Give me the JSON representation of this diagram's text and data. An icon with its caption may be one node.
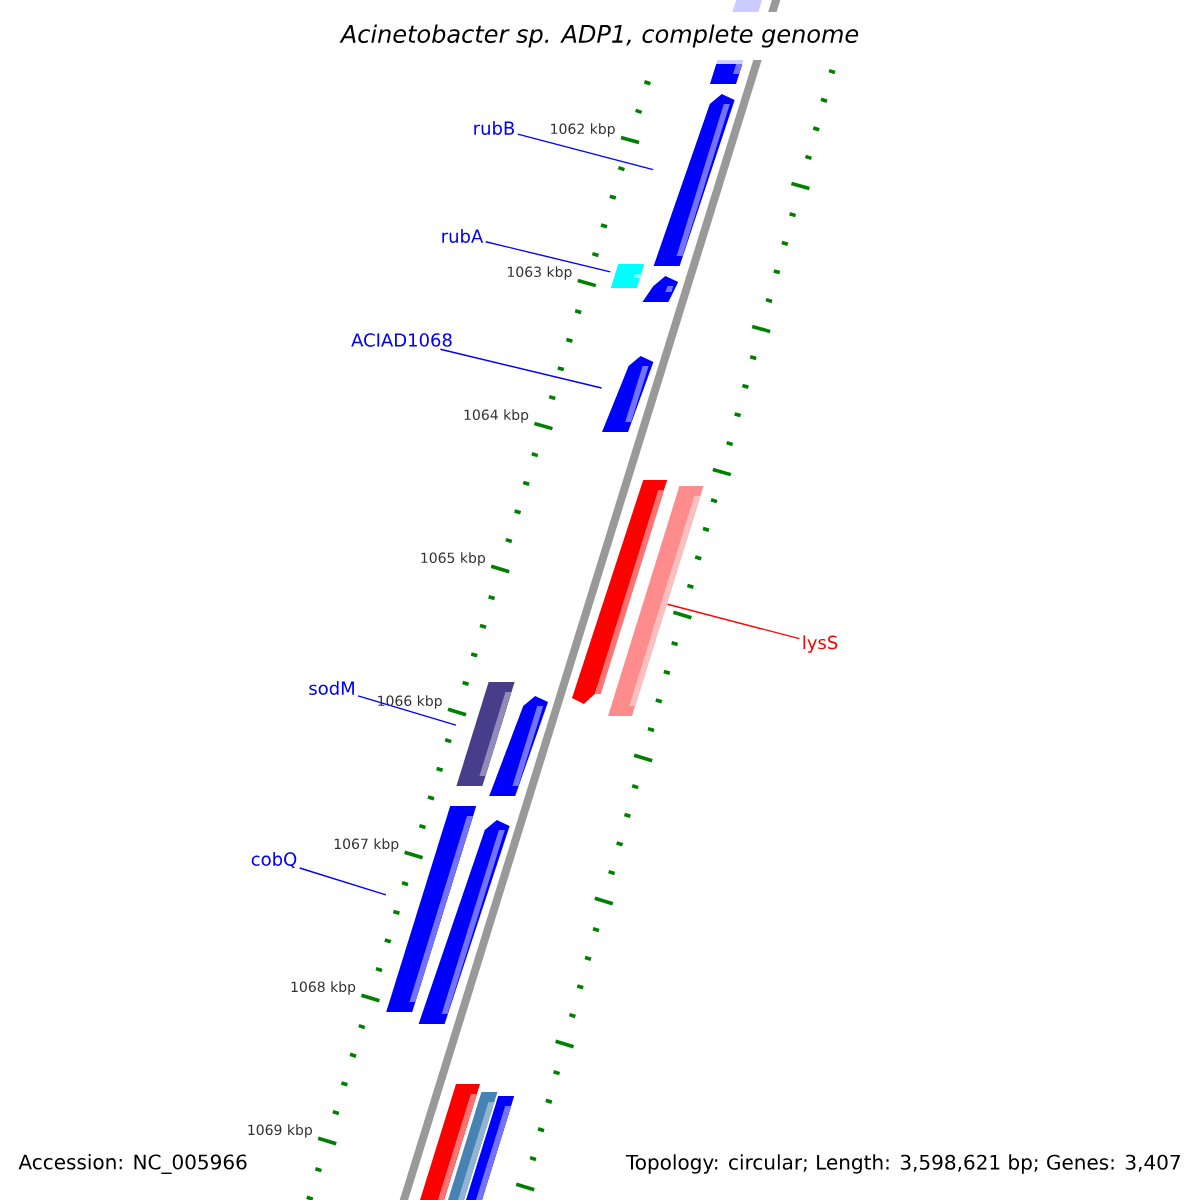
{
  "diagram": {
    "title": "Acinetobacter sp. ADP1, complete genome",
    "nodes": [
      {
        "text": [
          "rubB"
        ]
      },
      {
        "text": [],
        "shape": "pentagon"
      },
      {
        "text": [
          "rubA"
        ]
      },
      {
        "text": [],
        "shape": "bar"
      },
      {
        "text": [
          "ACIAD1068"
        ]
      },
      {
        "text": [],
        "shape": "pentagon"
      },
      {
        "text": [],
        "shape": "pentagon"
      },
      {
        "text": [
          "lysS"
        ]
      },
      {
        "text": [
          "sodM"
        ]
      },
      {
        "text": [],
        "shape": "bar"
      },
      {
        "text": [
          "cobQ"
        ]
      },
      {
        "text": [],
        "shape": "bar"
      }
    ],
    "edges": [
      {
        "from": 0,
        "to": 1,
        "arrow": "none"
      },
      {
        "from": 2,
        "to": 3,
        "arrow": "none"
      },
      {
        "from": 4,
        "to": 5,
        "arrow": "none"
      },
      {
        "from": 7,
        "to": 6,
        "arrow": "none",
        "color": "#ff0000"
      },
      {
        "from": 8,
        "to": 9,
        "arrow": "none"
      },
      {
        "from": 10,
        "to": 11,
        "arrow": "none"
      }
    ],
    "labels": [
      "1062 kbp",
      "1063 kbp",
      "1064 kbp",
      "1065 kbp",
      "1066 kbp",
      "1067 kbp",
      "1068 kbp",
      "1069 kbp",
      "Accession: NC_005966",
      "Topology: circular; Length: 3,598,621 bp; Genes: 3,407"
    ]
  }
}
